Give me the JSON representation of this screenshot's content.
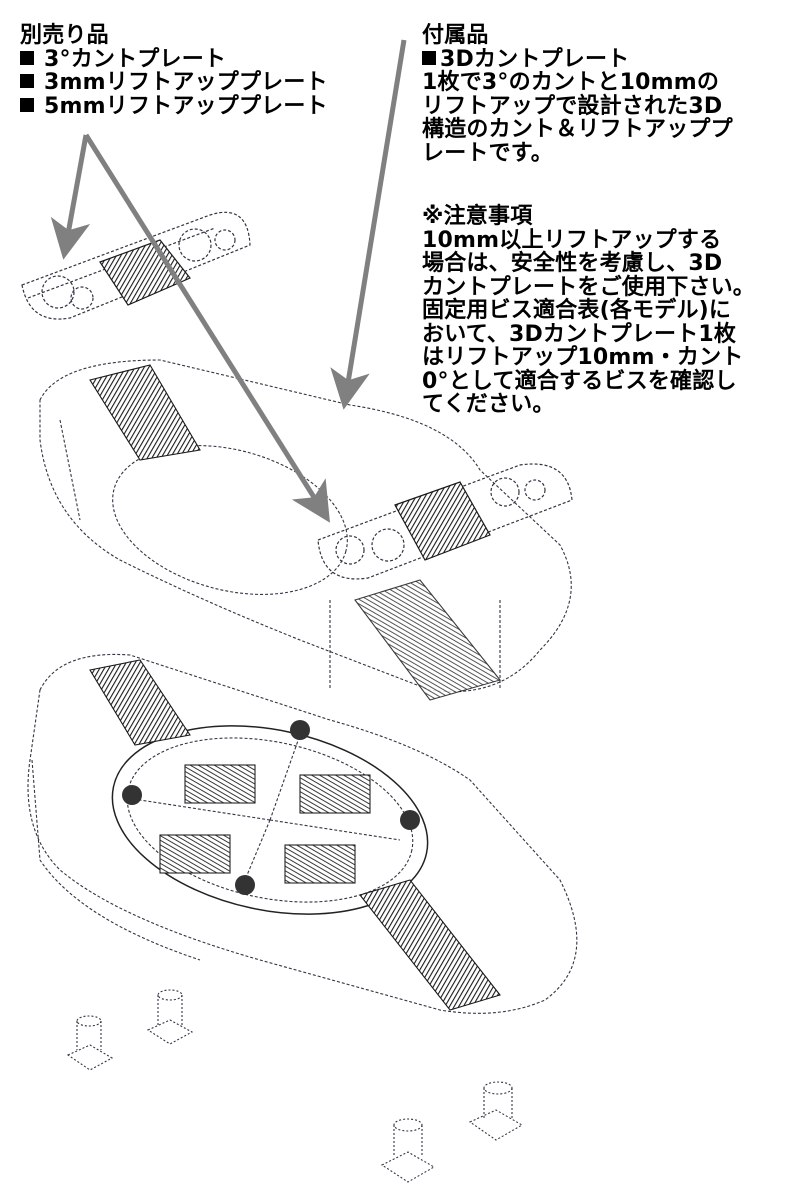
{
  "sold_separately": {
    "heading": "別売り品",
    "items": [
      "3°カントプレート",
      "3mmリフトアッププレート",
      "5mmリフトアッププレート"
    ]
  },
  "included": {
    "heading": "付属品",
    "item": "3Dカントプレート",
    "description_lines": [
      "1枚で3°のカントと10mmの",
      "リフトアップで設計された3D",
      "構造のカント＆リフトアッププ",
      "レートです。"
    ]
  },
  "caution": {
    "heading": "※注意事項",
    "lines": [
      "10mm以上リフトアップする",
      "場合は、安全性を考慮し、3D",
      "カントプレートをご使用下さい。",
      "固定用ビス適合表(各モデル)に",
      "おいて、3Dカントプレート1枚",
      "はリフトアップ10mm・カント",
      "0°として適合するビスを確認し",
      "てください。"
    ]
  },
  "diagram": {
    "parts": [
      "sold-separately-plate",
      "upper-3d-cant-plate-base",
      "included-3d-cant-plate-insert",
      "binding-base-with-rotating-disc",
      "mounting-screw-1",
      "mounting-screw-2",
      "mounting-screw-3",
      "mounting-screw-4"
    ],
    "colors": {
      "arrow": "#808080",
      "linework": "#333344",
      "hatch": "#1a1a1a",
      "text": "#000000",
      "background": "#ffffff"
    }
  }
}
